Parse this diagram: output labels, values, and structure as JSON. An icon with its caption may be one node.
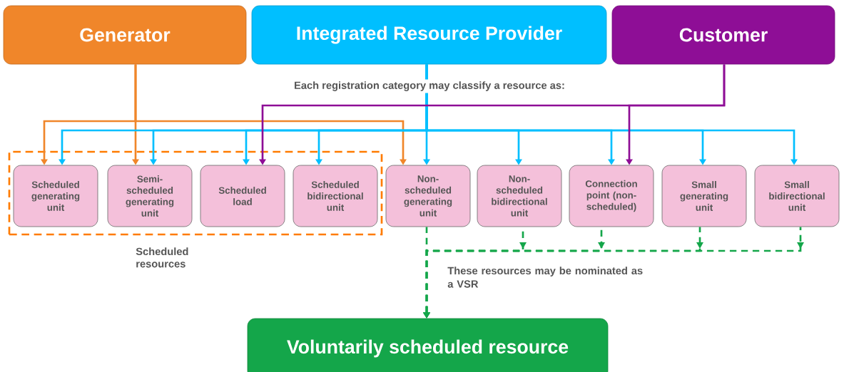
{
  "diagram": {
    "nodes": [
      {
        "text": [
          "Generator"
        ]
      },
      {
        "text": [
          "Integrated Resource Provider"
        ]
      },
      {
        "text": [
          "Customer"
        ]
      },
      {
        "text": [
          "Scheduled resources"
        ]
      },
      {
        "text": [
          "Scheduled generating unit"
        ],
        "in": 3
      },
      {
        "text": [
          "Semi-scheduled generating unit"
        ],
        "in": 3
      },
      {
        "text": [
          "Scheduled load"
        ],
        "in": 3
      },
      {
        "text": [
          "Scheduled bidirectional unit"
        ],
        "in": 3
      },
      {
        "text": [
          "Non-scheduled generating unit"
        ]
      },
      {
        "text": [
          "Non-scheduled bidirectional unit"
        ]
      },
      {
        "text": [
          "Connection point (non-scheduled)"
        ]
      },
      {
        "text": [
          "Small generating unit"
        ]
      },
      {
        "text": [
          "Small bidirectional unit"
        ]
      },
      {
        "text": [
          "Voluntarily scheduled resource"
        ]
      }
    ],
    "edges": [
      {
        "from": 0,
        "to": 4,
        "arrow": "to",
        "color": "#f0862a"
      },
      {
        "from": 0,
        "to": 5,
        "arrow": "to",
        "color": "#f0862a"
      },
      {
        "from": 0,
        "to": 8,
        "arrow": "to",
        "color": "#f0862a"
      },
      {
        "from": 1,
        "to": 4,
        "arrow": "to",
        "color": "#00bfff"
      },
      {
        "from": 1,
        "to": 5,
        "arrow": "to",
        "color": "#00bfff"
      },
      {
        "from": 1,
        "to": 6,
        "arrow": "to",
        "color": "#00bfff"
      },
      {
        "from": 1,
        "to": 7,
        "arrow": "to",
        "color": "#00bfff"
      },
      {
        "from": 1,
        "to": 8,
        "arrow": "to",
        "color": "#00bfff"
      },
      {
        "from": 1,
        "to": 9,
        "arrow": "to",
        "color": "#00bfff"
      },
      {
        "from": 1,
        "to": 10,
        "arrow": "to",
        "color": "#00bfff"
      },
      {
        "from": 1,
        "to": 11,
        "arrow": "to",
        "color": "#00bfff"
      },
      {
        "from": 1,
        "to": 12,
        "arrow": "to",
        "color": "#00bfff"
      },
      {
        "from": 2,
        "to": 6,
        "arrow": "to",
        "color": "#8e0e96"
      },
      {
        "from": 2,
        "to": 10,
        "arrow": "to",
        "color": "#8e0e96"
      },
      {
        "from": 8,
        "to": 13,
        "arrow": "to",
        "style": "dashed",
        "color": "#14a64a"
      },
      {
        "from": 9,
        "to": 13,
        "arrow": "to",
        "style": "dashed",
        "color": "#14a64a"
      },
      {
        "from": 10,
        "to": 13,
        "arrow": "to",
        "style": "dashed",
        "color": "#14a64a"
      },
      {
        "from": 11,
        "to": 13,
        "arrow": "to",
        "style": "dashed",
        "color": "#14a64a"
      },
      {
        "from": 12,
        "to": 13,
        "arrow": "to",
        "style": "dashed",
        "color": "#14a64a"
      }
    ],
    "labels": [
      "Each registration category may classify a resource as:",
      "These resources may be nominated as a VSR"
    ]
  }
}
